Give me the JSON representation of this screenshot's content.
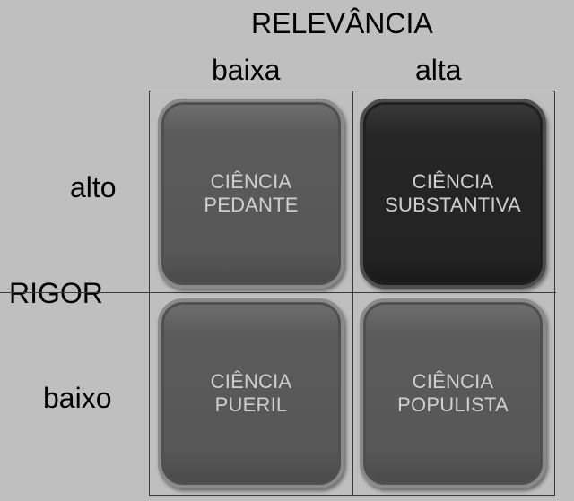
{
  "axes": {
    "column_title": "RELEVÂNCIA",
    "column_low": "baixa",
    "column_high": "alta",
    "row_title": "RIGOR",
    "row_high": "alto",
    "row_low": "baixo"
  },
  "quadrants": {
    "pedante": {
      "line1": "CIÊNCIA",
      "line2": "PEDANTE",
      "color": "#585858"
    },
    "substantiva": {
      "line1": "CIÊNCIA",
      "line2": "SUBSTANTIVA",
      "color": "#242424"
    },
    "pueril": {
      "line1": "CIÊNCIA",
      "line2": "PUERIL",
      "color": "#585858"
    },
    "populista": {
      "line1": "CIÊNCIA",
      "line2": "POPULISTA",
      "color": "#585858"
    }
  }
}
